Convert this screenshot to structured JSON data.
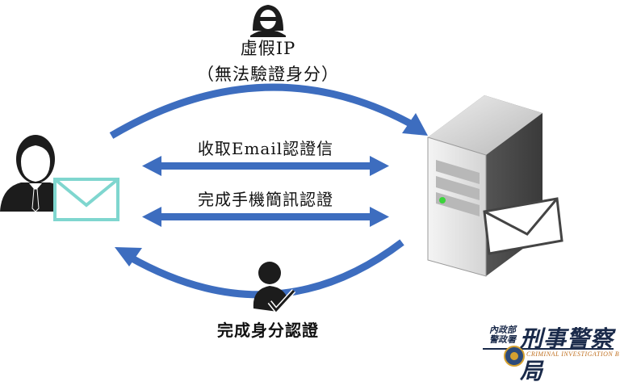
{
  "top_label": {
    "line1": "虛假IP",
    "line2": "（無法驗證身分）"
  },
  "arrow_labels": {
    "email": "收取Email認證信",
    "sms": "完成手機簡訊認證"
  },
  "bottom_label": "完成身分認證",
  "logo": {
    "ministry": "內政部",
    "agency": "警政署",
    "bureau": "刑事警察局",
    "english": "CRIMINAL INVESTIGATION BUREAU"
  },
  "colors": {
    "arrow_blue": "#3d6dbf",
    "envelope_teal": "#7fd6cf",
    "person_dark": "#1c1c1c",
    "server_gray": "#c8c8c8"
  },
  "icons": [
    "hacker-icon",
    "user-icon",
    "envelope-icon",
    "server-icon",
    "verified-user-icon",
    "police-badge-icon"
  ]
}
